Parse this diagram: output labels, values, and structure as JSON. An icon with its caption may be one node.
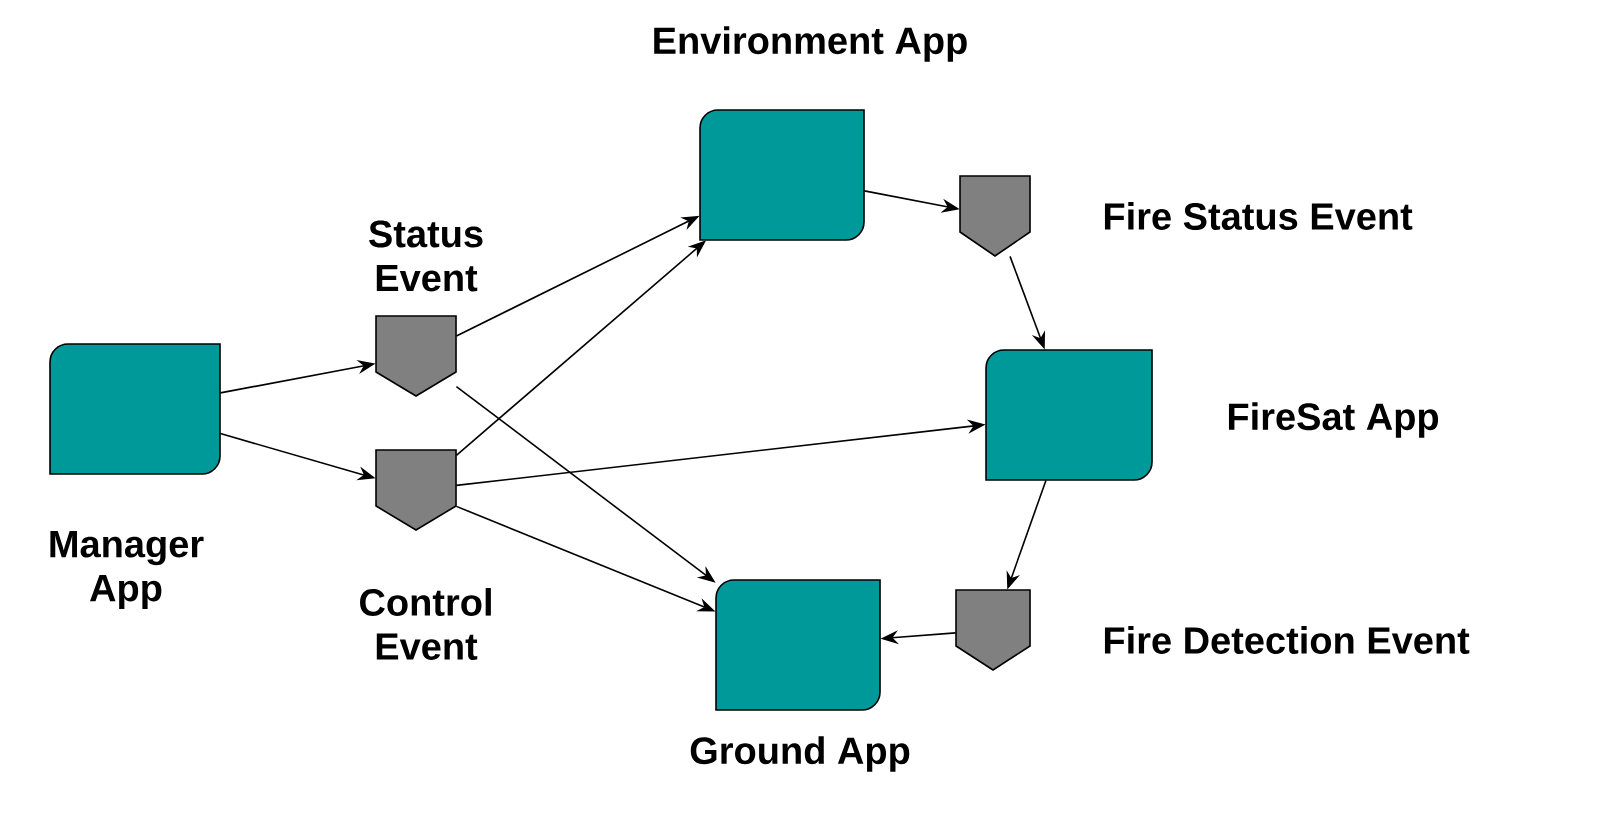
{
  "diagram": {
    "nodes": [
      {
        "text": [
          "Manager App"
        ]
      },
      {
        "text": [
          "Status Event"
        ]
      },
      {
        "text": [
          "Control Event"
        ]
      },
      {
        "text": [
          "Environment App"
        ]
      },
      {
        "text": [
          "Fire Status Event"
        ]
      },
      {
        "text": [
          "FireSat App"
        ]
      },
      {
        "text": [
          "Fire Detection Event"
        ]
      },
      {
        "text": [
          "Ground App"
        ]
      }
    ],
    "edges": [
      {
        "from": 0,
        "to": 1,
        "arrow": "to"
      },
      {
        "from": 0,
        "to": 2,
        "arrow": "to"
      },
      {
        "from": 1,
        "to": 3,
        "arrow": "to"
      },
      {
        "from": 1,
        "to": 7,
        "arrow": "to"
      },
      {
        "from": 2,
        "to": 3,
        "arrow": "to"
      },
      {
        "from": 2,
        "to": 5,
        "arrow": "to"
      },
      {
        "from": 2,
        "to": 7,
        "arrow": "to"
      },
      {
        "from": 3,
        "to": 4,
        "arrow": "to"
      },
      {
        "from": 4,
        "to": 5,
        "arrow": "to"
      },
      {
        "from": 5,
        "to": 6,
        "arrow": "to"
      },
      {
        "from": 6,
        "to": 7,
        "arrow": "to"
      }
    ]
  }
}
